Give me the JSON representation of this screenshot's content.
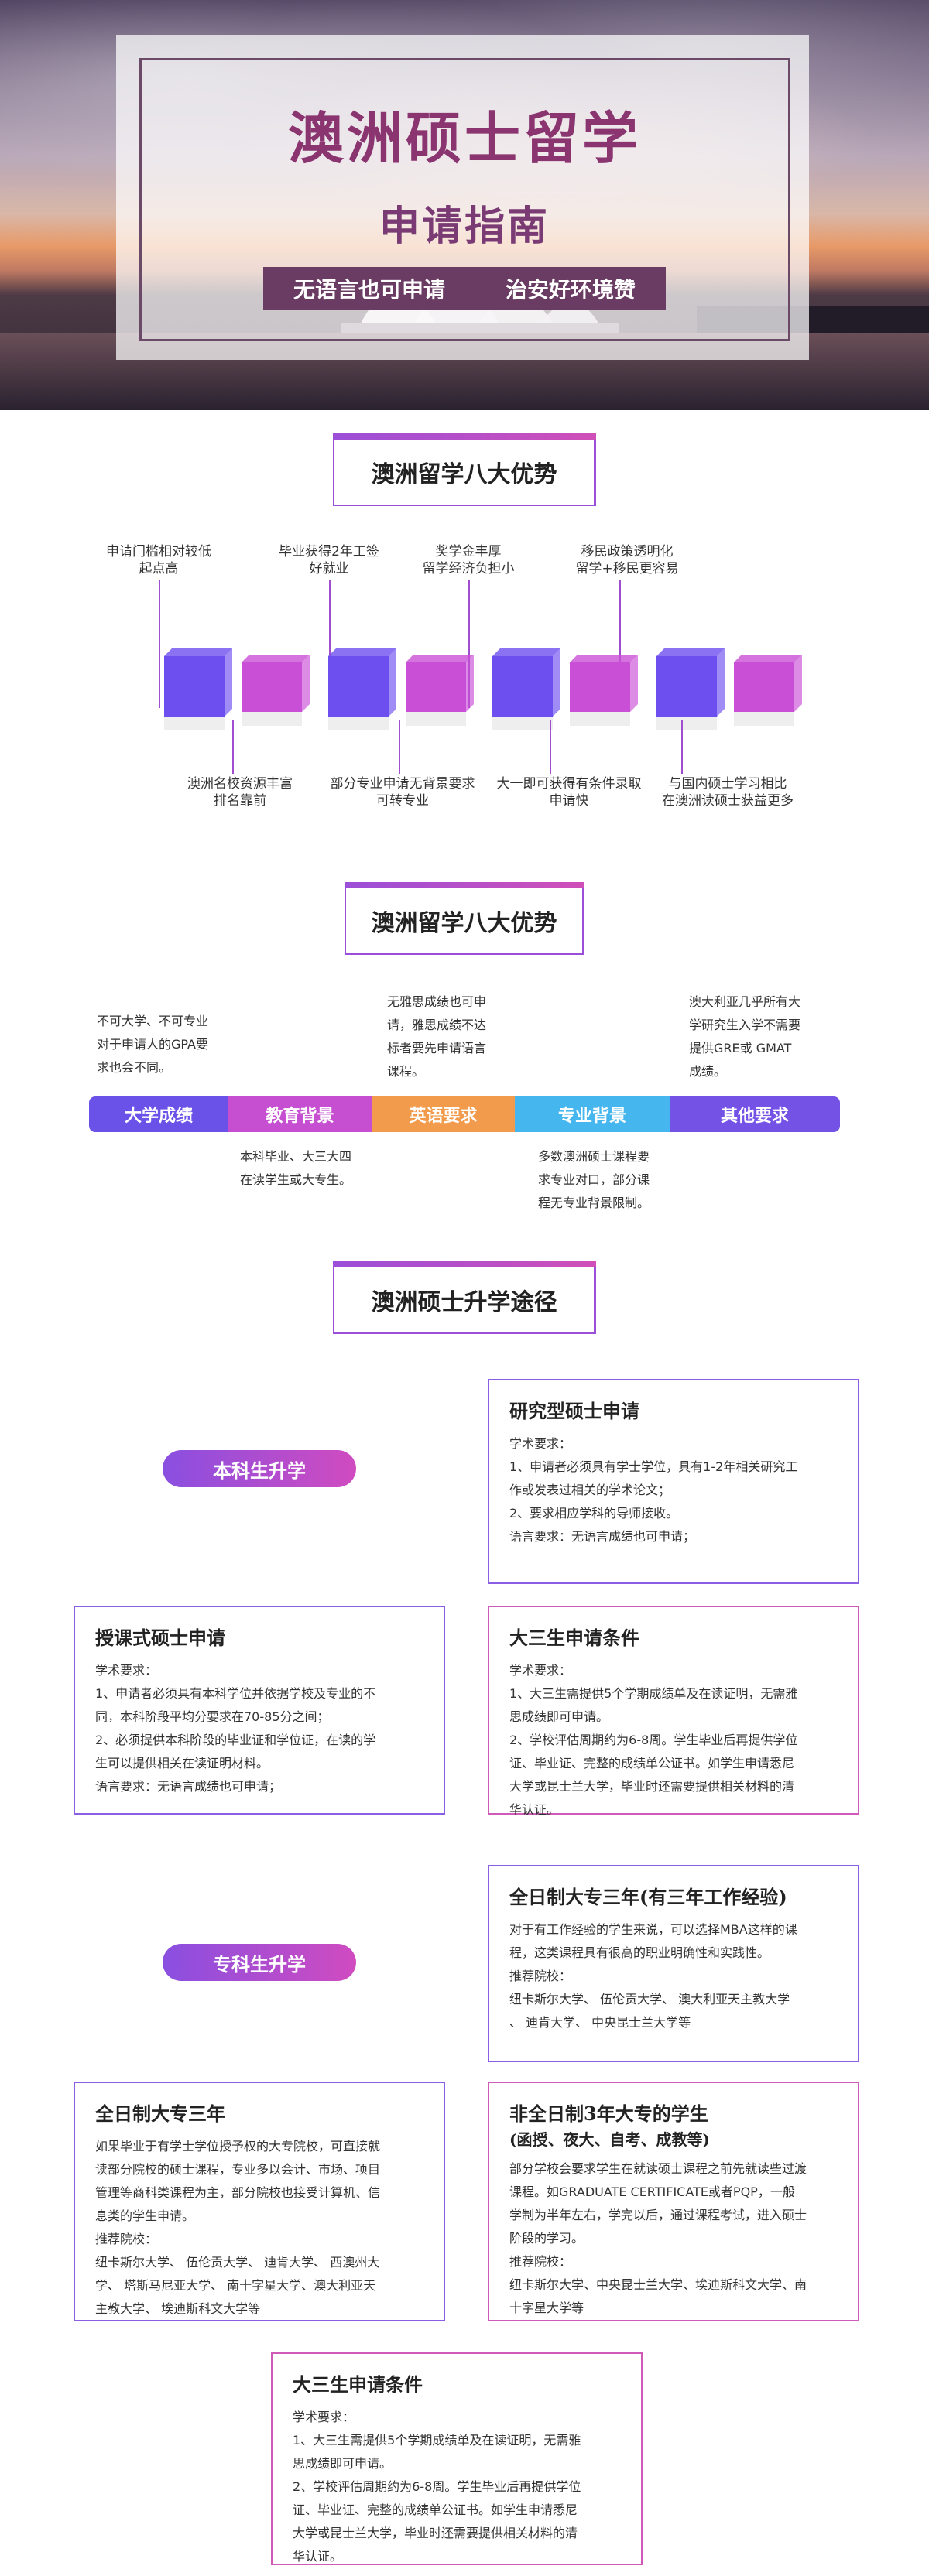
{
  "hero": {
    "title": "澳洲硕士留学",
    "subtitle": "申请指南",
    "tag_left": "无语言也可申请",
    "tag_right": "治安好环境赞"
  },
  "section1": {
    "title": "澳洲留学八大优势",
    "top_labels": [
      "申请门槛相对较低\n起点高",
      "毕业获得2年工签\n好就业",
      "奖学金丰厚\n留学经济负担小",
      "移民政策透明化\n留学+移民更容易"
    ],
    "bottom_labels": [
      "澳洲名校资源丰富\n排名靠前",
      "部分专业申请无背景要求\n可转专业",
      "大一即可获得有条件录取\n申请快",
      "与国内硕士学习相比\n在澳洲读硕士获益更多"
    ],
    "colors": [
      "#6d4ff0",
      "#c94fd6",
      "#6d4ff0",
      "#c94fd6",
      "#6d4ff0",
      "#c94fd6",
      "#6d4ff0",
      "#c94fd6"
    ]
  },
  "section2": {
    "title": "澳洲留学八大优势",
    "segments": [
      {
        "label": "大学成绩",
        "color": "#6a52e8"
      },
      {
        "label": "教育背景",
        "color": "#c54fd0"
      },
      {
        "label": "英语要求",
        "color": "#f29b4c"
      },
      {
        "label": "专业背景",
        "color": "#45b6ee"
      },
      {
        "label": "其他要求",
        "color": "#7552e6"
      }
    ],
    "text_above_1": "不可大学、不可专业\n对于申请人的GPA要\n求也会不同。",
    "text_above_3": "无雅思成绩也可申\n请，雅思成绩不达\n标者要先申请语言\n课程。",
    "text_above_5": "澳大利亚几乎所有大\n学研究生入学不需要\n提供GRE或 GMAT\n成绩。",
    "text_below_2": "本科毕业、大三大四\n在读学生或大专生。",
    "text_below_4": "多数澳洲硕士课程要\n求专业对口，部分课\n程无专业背景限制。"
  },
  "section3": {
    "title": "澳洲硕士升学途径",
    "pill_undergrad": "本科生升学",
    "pill_college": "专科生升学",
    "card_research": {
      "title": "研究型硕士申请",
      "body": "学术要求：\n1、申请者必须具有学士学位，具有1-2年相关研究工\n作或发表过相关的学术论文；\n2、要求相应学科的导师接收。\n语言要求：无语言成绩也可申请；"
    },
    "card_taught": {
      "title": "授课式硕士申请",
      "body": "学术要求：\n1、申请者必须具有本科学位并依据学校及专业的不\n同，本科阶段平均分要求在70-85分之间；\n2、必须提供本科阶段的毕业证和学位证，在读的学\n生可以提供相关在读证明材料。\n语言要求：无语言成绩也可申请；"
    },
    "card_junior_a": {
      "title": "大三生申请条件",
      "body": "学术要求：\n1、大三生需提供5个学期成绩单及在读证明，无需雅\n思成绩即可申请。\n2、学校评估周期约为6-8周。学生毕业后再提供学位\n证、毕业证、完整的成绩单公证书。如学生申请悉尼\n大学或昆士兰大学，毕业时还需要提供相关材料的清\n华认证。"
    },
    "card_college3": {
      "title": "全日制大专三年(有三年工作经验)",
      "body": "对于有工作经验的学生来说，可以选择MBA这样的课\n程，这类课程具有很高的职业明确性和实践性。\n推荐院校：\n纽卡斯尔大学、 伍伦贡大学、 澳大利亚天主教大学\n、 迪肯大学、 中央昆士兰大学等"
    },
    "card_college_full": {
      "title": "全日制大专三年",
      "body": "如果毕业于有学士学位授予权的大专院校，可直接就\n读部分院校的硕士课程，专业多以会计、市场、项目\n管理等商科类课程为主，部分院校也接受计算机、信\n息类的学生申请。\n推荐院校：\n纽卡斯尔大学、 伍伦贡大学、 迪肯大学、 西澳州大\n学、 塔斯马尼亚大学、 南十字星大学、澳大利亚天\n主教大学、 埃迪斯科文大学等"
    },
    "card_nonfull": {
      "title": "非全日制3年大专的学生",
      "subtitle": "(函授、夜大、自考、成教等)",
      "body": "部分学校会要求学生在就读硕士课程之前先就读些过渡\n课程。如GRADUATE CERTIFICATE或者PQP，一般\n学制为半年左右，学完以后，通过课程考试，进入硕士\n阶段的学习。\n推荐院校：\n纽卡斯尔大学、中央昆士兰大学、埃迪斯科文大学、南\n十字星大学等"
    },
    "card_junior_b": {
      "title": "大三生申请条件",
      "body": "学术要求：\n1、大三生需提供5个学期成绩单及在读证明，无需雅\n思成绩即可申请。\n2、学校评估周期约为6-8周。学生毕业后再提供学位\n证、毕业证、完整的成绩单公证书。如学生申请悉尼\n大学或昆士兰大学，毕业时还需要提供相关材料的清\n华认证。"
    }
  }
}
